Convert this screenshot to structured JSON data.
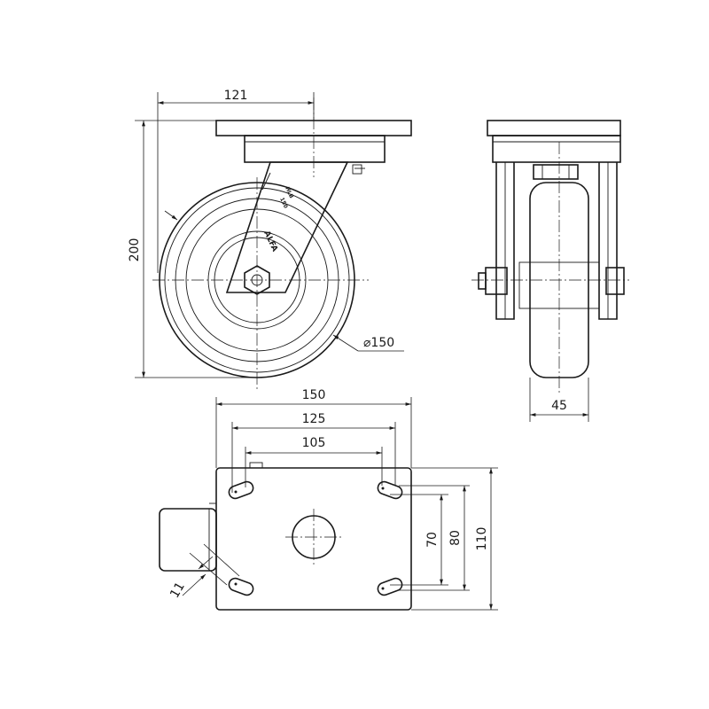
{
  "drawing": {
    "dimensions": {
      "offset_121": "121",
      "height_200": "200",
      "diameter": "⌀150",
      "wheel_width": "45",
      "plate_150": "150",
      "plate_125": "125",
      "plate_105": "105",
      "slot_11": "11",
      "plate_70": "70",
      "plate_80": "80",
      "plate_110": "110"
    },
    "fork_marking": {
      "line1": "HLB",
      "line2": "150",
      "brand": "ALFA"
    }
  }
}
